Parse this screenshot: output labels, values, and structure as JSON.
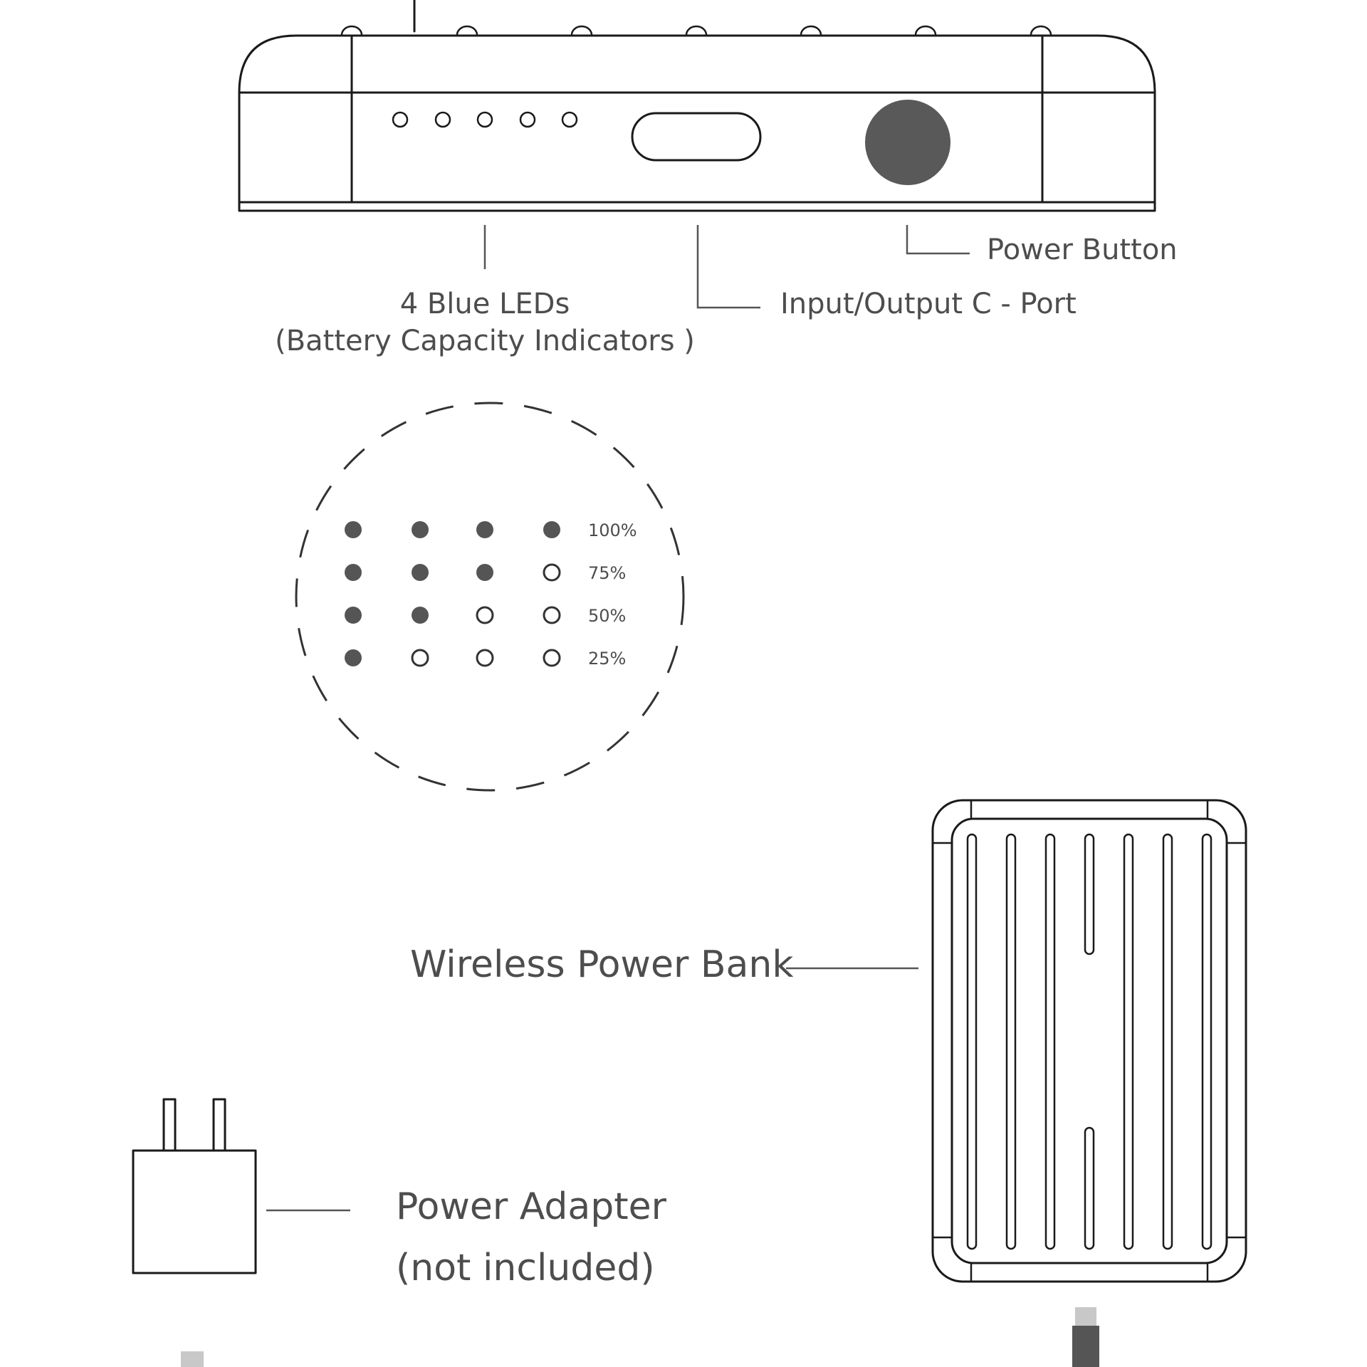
{
  "labels": {
    "power_button": "Power Button",
    "io_port": "Input/Output C - Port",
    "leds_title": "4 Blue LEDs",
    "leds_subtitle": "(Battery Capacity Indicators )",
    "power_bank": "Wireless Power Bank",
    "adapter_title": "Power Adapter",
    "adapter_subtitle": "(not included)"
  },
  "led_chart": {
    "rows": [
      {
        "label": "100%",
        "lit": 4
      },
      {
        "label": "75%",
        "lit": 3
      },
      {
        "label": "50%",
        "lit": 2
      },
      {
        "label": "25%",
        "lit": 1
      }
    ],
    "leds_per_row": 4,
    "lit_color": "#555555",
    "unlit_color": "#ffffff"
  },
  "colors": {
    "outline": "#1a1a1a",
    "text": "#4d4d4d",
    "button_fill": "#595959",
    "cable_plug": "#c8c8c8",
    "cable_body": "#555555"
  }
}
